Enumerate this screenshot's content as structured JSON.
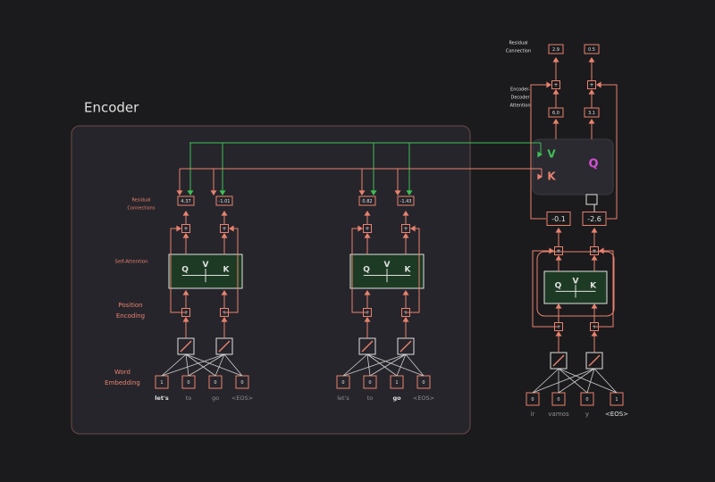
{
  "colors": {
    "background": "#1b1b1d",
    "panel": "#26252b",
    "accent": "#e8826f",
    "green": "#3fbf55",
    "magenta": "#d64fd6",
    "text": "#e0e0e0",
    "dim": "#8f8f8f",
    "attn_fill": "#1d3b24"
  },
  "encoder": {
    "title": "Encoder",
    "labels": {
      "word_embedding": [
        "Word",
        "Embedding"
      ],
      "position_encoding": [
        "Position",
        "Encoding"
      ],
      "self_attention": "Self-Attention",
      "residual": [
        "Residual",
        "Connections"
      ]
    },
    "instances": [
      {
        "tokens": [
          "let's",
          "to",
          "go",
          "<EOS>"
        ],
        "token_active": [
          true,
          false,
          false,
          false
        ],
        "inputs": [
          "1",
          "0",
          "0",
          "0"
        ],
        "outputs": [
          "4.37",
          "-1.01"
        ]
      },
      {
        "tokens": [
          "let's",
          "to",
          "go",
          "<EOS>"
        ],
        "token_active": [
          false,
          false,
          true,
          false
        ],
        "inputs": [
          "0",
          "0",
          "1",
          "0"
        ],
        "outputs": [
          "0.82",
          "-1.43"
        ]
      }
    ]
  },
  "decoder": {
    "tokens": [
      "ir",
      "vamos",
      "y",
      "<EOS>"
    ],
    "inputs": [
      "0",
      "0",
      "0",
      "1"
    ],
    "residual_out": [
      "-0.1",
      "-2.6"
    ],
    "attention_out": [
      "6.0",
      "3.1"
    ],
    "final_out": [
      "2.9",
      "0.5"
    ],
    "labels": {
      "residual": [
        "Residual",
        "Connection"
      ],
      "enc_dec": [
        "Encoder-",
        "Decoder",
        "Attention"
      ]
    }
  },
  "symbols": {
    "plus": "+",
    "q": "Q",
    "k": "K",
    "v": "V"
  }
}
